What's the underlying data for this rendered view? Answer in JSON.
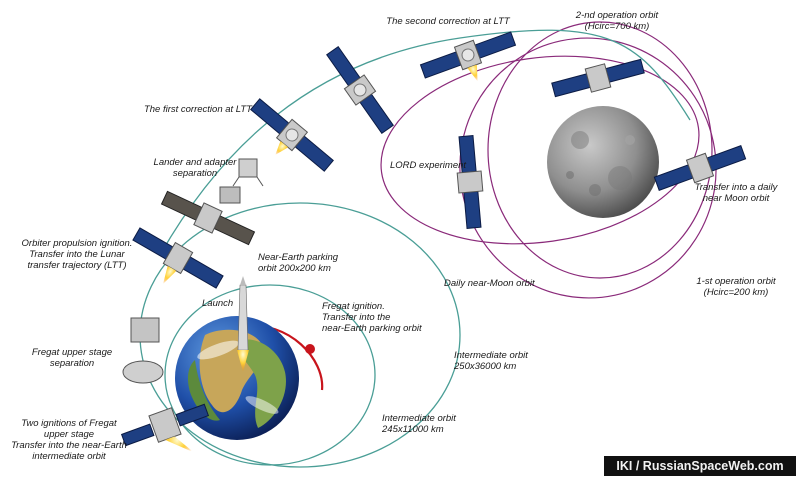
{
  "labels": {
    "second_correction": "The second correction at LTT",
    "operation_orbit_2": "2-nd operation orbit\n(Hcirc=700 km)",
    "first_correction": "The first correction at LTT",
    "lander_separation": "Lander and adapter\nseparation",
    "lord_experiment": "LORD experiment",
    "transfer_daily": "Transfer into a daily\nnear Moon orbit",
    "orbiter_ignition": "Orbiter propulsion ignition.\nTransfer into the Lunar\ntransfer trajectory (LTT)",
    "parking_orbit": "Near-Earth parking\norbit 200x200 km",
    "daily_orbit": "Daily near-Moon orbit",
    "operation_orbit_1": "1-st operation orbit\n(Hcirc=200 km)",
    "launch": "Launch",
    "fregat_ignition": "Fregat ignition.\nTransfer into the\nnear-Earth parking orbit",
    "intermediate_36000": "Intermediate orbit\n250x36000 km",
    "fregat_separation": "Fregat upper stage\nseparation",
    "two_ignitions": "Two ignitions of Fregat\nupper stage\nTransfer into the near-Earth\nintermediate orbit",
    "intermediate_11000": "Intermediate orbit\n245x11000 km"
  },
  "credit": "IKI / RussianSpaceWeb.com",
  "colors": {
    "transfer_orbit": "#4a9e96",
    "moon_orbit": "#8a2a7a",
    "parking_orbit": "#c8141c",
    "earth_ocean": "#1f4fa8",
    "moon": "#8d8d8d"
  }
}
